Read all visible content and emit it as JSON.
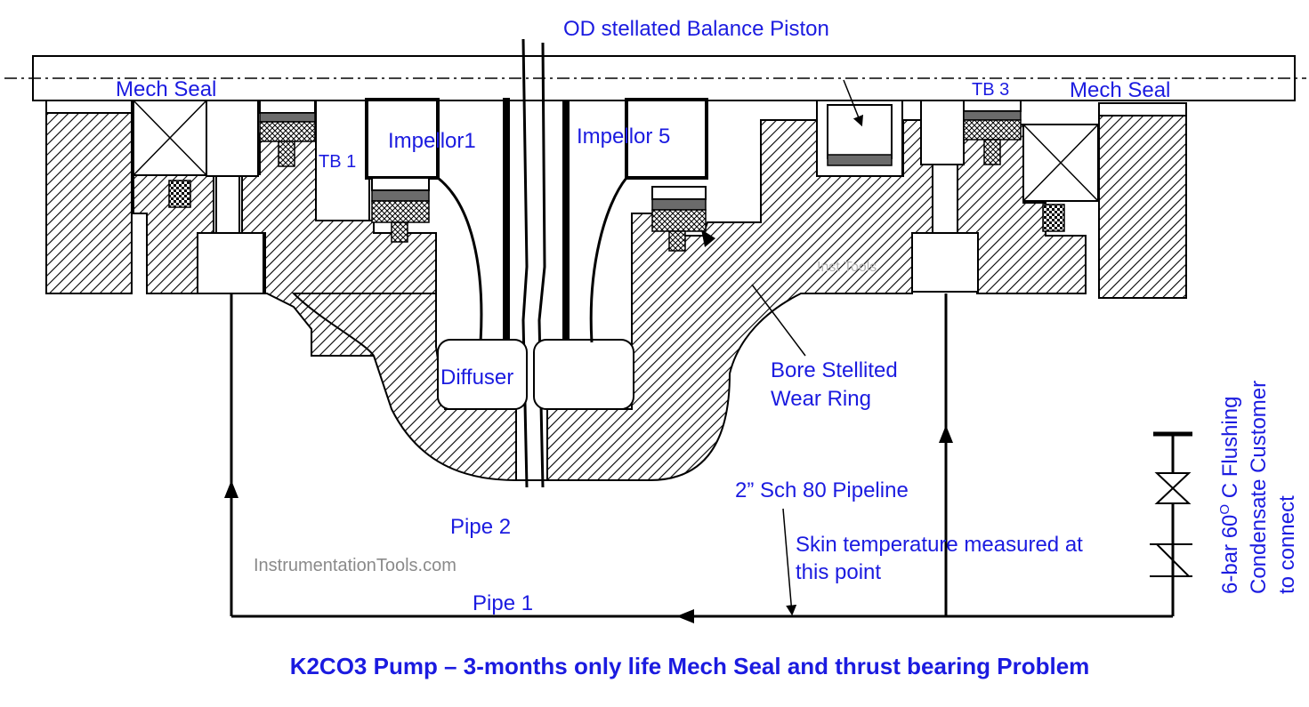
{
  "labels": {
    "balance_piston": "OD stellated Balance Piston",
    "mech_seal_left": "Mech Seal",
    "mech_seal_right": "Mech Seal",
    "tb1": "TB 1",
    "tb3": "TB 3",
    "impellor1": "Impellor1",
    "impellor5": "Impellor 5",
    "diffuser": "Diffuser",
    "wear_ring_line1": "Bore Stellited",
    "wear_ring_line2": "Wear Ring",
    "pipeline": "2” Sch 80 Pipeline",
    "pipe2": "Pipe 2",
    "pipe1": "Pipe 1",
    "skin_line1": "Skin temperature measured at",
    "skin_line2": "this point",
    "flush_line1": "6-bar 60",
    "flush_sup": "O",
    "flush_line1b": " C Flushing",
    "flush_line2": "Condensate Customer",
    "flush_line3": "to connect"
  },
  "watermarks": {
    "main": "InstrumentationTools.com",
    "faint": "Inst Tools"
  },
  "title": "K2CO3 Pump – 3-months only life Mech Seal and thrust bearing Problem",
  "colors": {
    "label": "#1b1be0",
    "line": "#000000",
    "watermark": "#8a8a8a"
  }
}
